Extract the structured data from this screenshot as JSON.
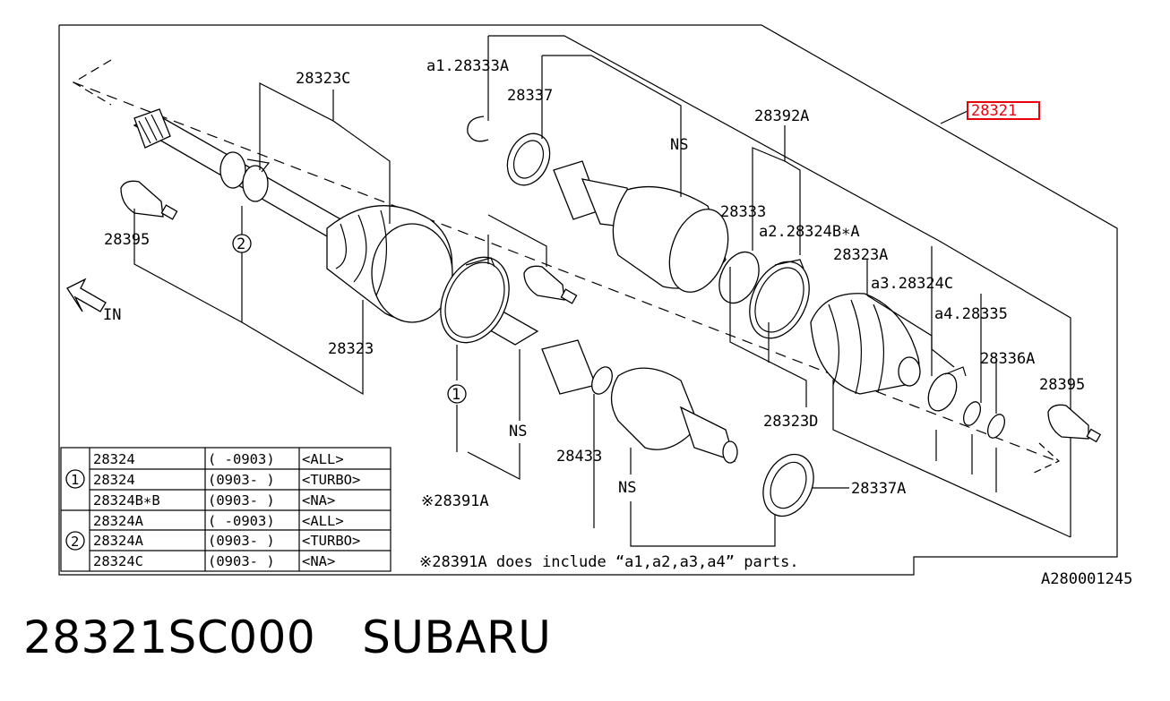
{
  "diagram": {
    "main_part": "28321",
    "callouts": {
      "c28323C": "28323C",
      "a1": "a1.28333A",
      "c28337": "28337",
      "ns_top": "NS",
      "c28392A": "28392A",
      "c28333": "28333",
      "a2": "a2.28324B∗A",
      "c28323A": "28323A",
      "a3": "a3.28324C",
      "a4": "a4.28335",
      "c28336A": "28336A",
      "c28395_right": "28395",
      "c28395_left": "28395",
      "c28323": "28323",
      "c28323D": "28323D",
      "c28433": "28433",
      "ns_mid": "NS",
      "ns_low": "NS",
      "c28391A": "※28391A",
      "c28337A": "28337A",
      "circle1": "1",
      "circle2": "2",
      "in_label": "IN"
    },
    "note": "※28391A does include “a1,a2,a3,a4” parts.",
    "ref_code": "A280001245",
    "table": {
      "rows": [
        {
          "group": "1",
          "part": "28324",
          "period": "( -0903)",
          "spec": "<ALL>"
        },
        {
          "group": "1",
          "part": "28324",
          "period": "(0903- )",
          "spec": "<TURBO>"
        },
        {
          "group": "1",
          "part": "28324B∗B",
          "period": "(0903- )",
          "spec": "<NA>"
        },
        {
          "group": "2",
          "part": "28324A",
          "period": "( -0903)",
          "spec": "<ALL>"
        },
        {
          "group": "2",
          "part": "28324A",
          "period": "(0903- )",
          "spec": "<TURBO>"
        },
        {
          "group": "2",
          "part": "28324C",
          "period": "(0903- )",
          "spec": "<NA>"
        }
      ]
    }
  },
  "footer": {
    "part_number": "28321SC000",
    "brand": "SUBARU"
  },
  "colors": {
    "line": "#000000",
    "highlight": "#e8000b",
    "background": "#ffffff"
  }
}
